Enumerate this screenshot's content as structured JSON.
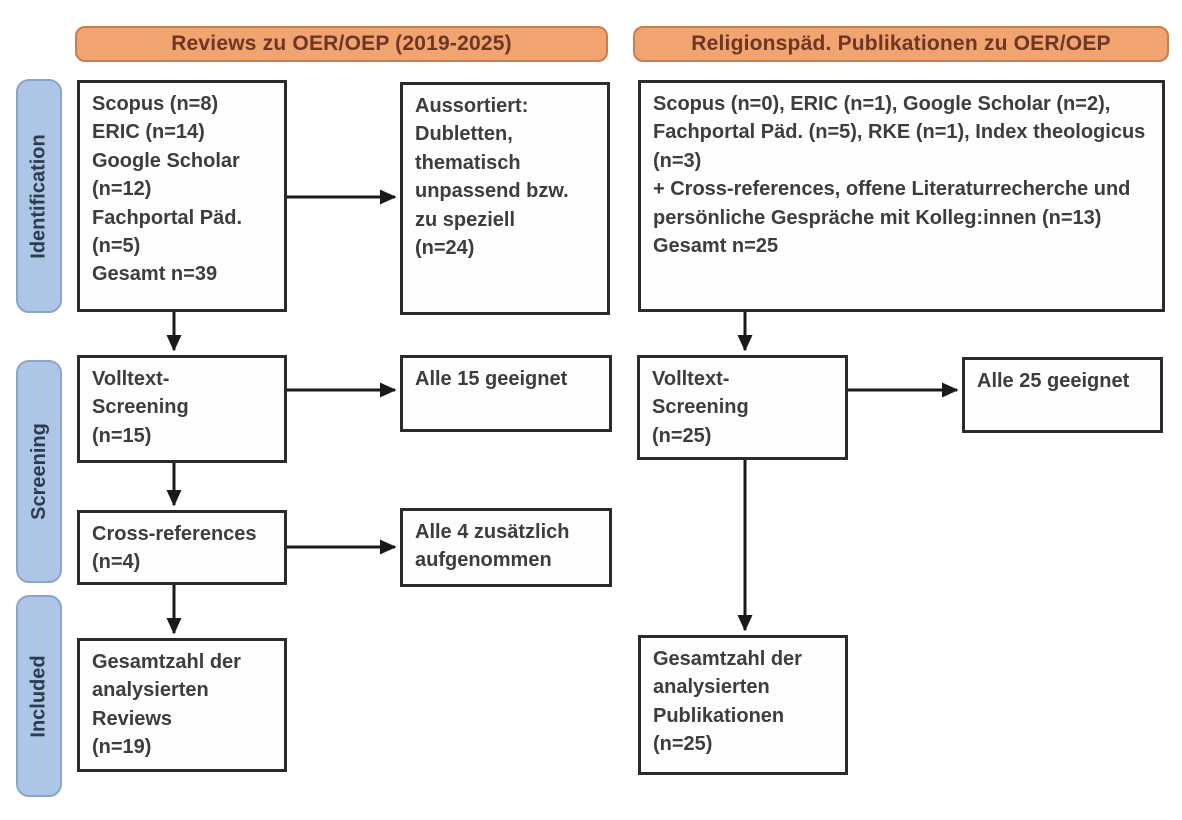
{
  "headers": {
    "left": "Reviews zu OER/OEP (2019-2025)",
    "right": "Religionspäd. Publikationen zu OER/OEP"
  },
  "stage_labels": {
    "identification": "Identification",
    "screening": "Screening",
    "included": "Included"
  },
  "left_flow": {
    "identification_sources": "Scopus (n=8)\nERIC (n=14)\nGoogle Scholar\n(n=12)\nFachportal Päd.\n(n=5)\nGesamt n=39",
    "excluded": "Aussortiert:\nDubletten,\nthematisch\nunpassend bzw.\nzu speziell\n(n=24)",
    "fulltext_screening": "Volltext-\nScreening\n(n=15)",
    "fulltext_result": "Alle 15 geeignet",
    "cross_references": "Cross-references\n(n=4)",
    "cross_references_result": "Alle 4 zusätzlich\naufgenommen",
    "included_total": "Gesamtzahl der\nanalysierten\nReviews\n(n=19)"
  },
  "right_flow": {
    "identification_sources": "Scopus (n=0), ERIC (n=1), Google Scholar (n=2), Fachportal Päd. (n=5), RKE (n=1), Index theologicus (n=3)\n+ Cross-references, offene Literaturrecherche und persönliche Gespräche mit Kolleg:innen (n=13)\nGesamt n=25",
    "fulltext_screening": "Volltext-\nScreening\n(n=25)",
    "fulltext_result": "Alle 25 geeignet",
    "included_total": "Gesamtzahl der\nanalysierten\nPublikationen\n(n=25)"
  },
  "colors": {
    "header_fill": "#f1a470",
    "header_border": "#c87e52",
    "header_text": "#6e3627",
    "stage_fill": "#aec6e6",
    "stage_border": "#8aa5cd",
    "stage_text": "#2e3a4d",
    "box_border": "#2b2b2b",
    "box_text": "#3d3d3d",
    "arrow": "#1a1a1a"
  }
}
